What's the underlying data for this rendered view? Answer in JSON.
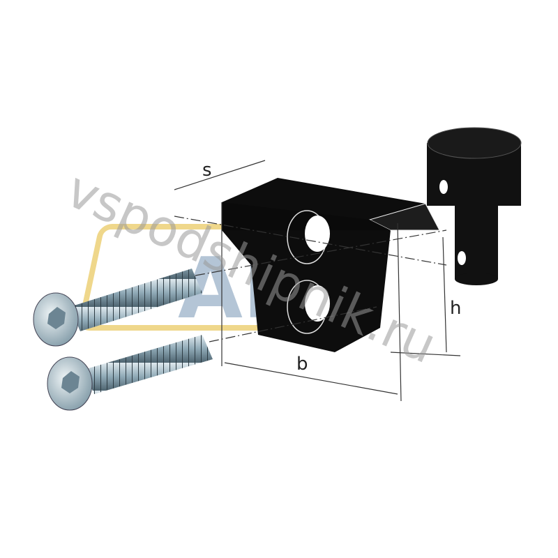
{
  "diagram": {
    "dimension_labels": {
      "s": "s",
      "b": "b",
      "h": "h"
    },
    "watermark": "vspodshipnik.ru",
    "logo_text": "AF",
    "colors": {
      "part": "#0d0d0d",
      "bolt": "#a9c2cf",
      "logo_frame": "#e8c65a",
      "logo_letters": "#5a7fa6"
    }
  }
}
